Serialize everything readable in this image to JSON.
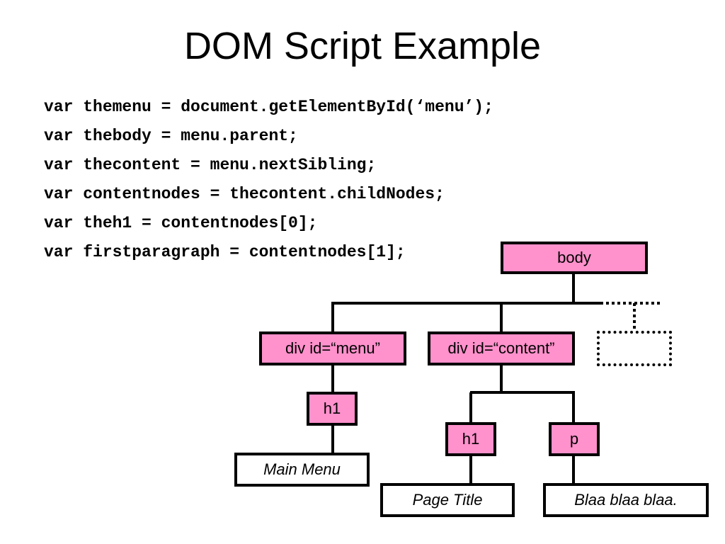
{
  "title": "DOM Script Example",
  "code_lines": [
    "var themenu = document.getElementById(‘menu’);",
    "var thebody = menu.parent;",
    "var thecontent = menu.nextSibling;",
    "var contentnodes = thecontent.childNodes;",
    "var theh1 = contentnodes[0];",
    "var firstparagraph = contentnodes[1];"
  ],
  "tree": {
    "body": "body",
    "div_menu": "div id=“menu”",
    "div_content": "div id=“content”",
    "menu_h1": "h1",
    "menu_text": "Main Menu",
    "content_h1": "h1",
    "content_p": "p",
    "page_title_text": "Page Title",
    "paragraph_text": "Blaa blaa blaa."
  },
  "colors": {
    "element_node": "#ff91cc",
    "text_node": "#ffffff",
    "stroke": "#000000"
  }
}
